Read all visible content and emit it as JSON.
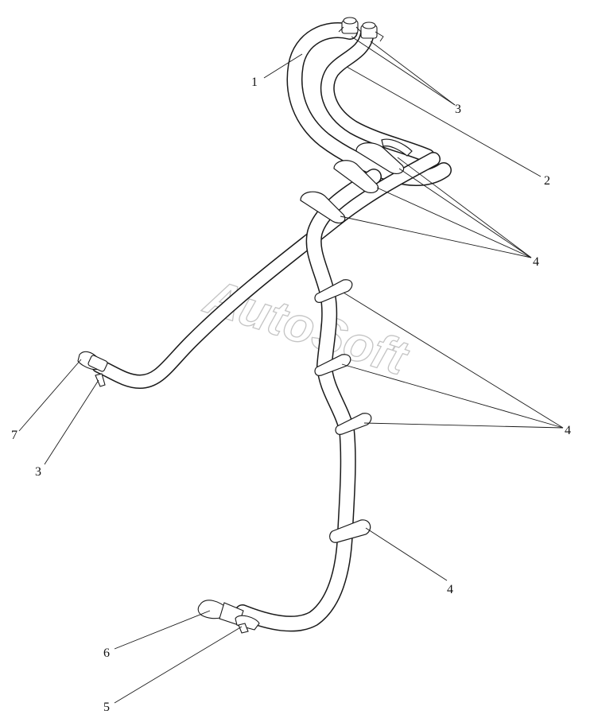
{
  "watermark": "AutoSoft",
  "callouts": {
    "c1": "1",
    "c2": "2",
    "c3_top": "3",
    "c4_top": "4",
    "c4_mid": "4",
    "c4_low": "4",
    "c7": "7",
    "c3_left": "3",
    "c6": "6",
    "c5": "5"
  }
}
